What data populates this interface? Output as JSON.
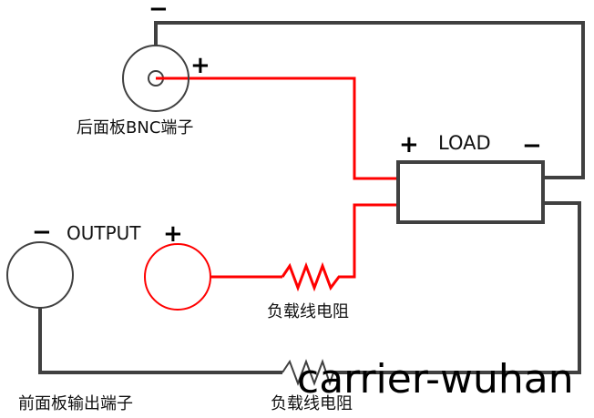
{
  "diagram": {
    "rear_bnc": {
      "label": "后面板BNC端子",
      "minus_sign": "−",
      "plus_sign": "+"
    },
    "load": {
      "label": "LOAD",
      "plus_sign": "+",
      "minus_sign": "−"
    },
    "output": {
      "label": "OUTPUT",
      "minus_sign": "−",
      "plus_sign": "+"
    },
    "front_panel_label": "前面板输出端子",
    "load_line_resistor_top_label": "负载线电阻",
    "load_line_resistor_bottom_label": "负载线电阻",
    "watermark": "carrier-wuhan",
    "colors": {
      "sense_wire": "#ff0000",
      "ground_wire": "#404040"
    }
  }
}
